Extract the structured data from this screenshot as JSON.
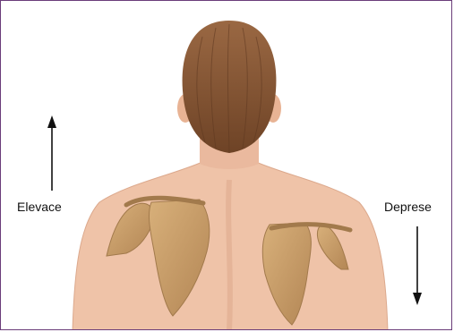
{
  "labels": {
    "left": "Elevace",
    "right": "Deprese"
  },
  "arrows": {
    "left_direction": "up",
    "right_direction": "down"
  },
  "colors": {
    "frame_border": "#6b3d7a",
    "skin": "#f0c7ad",
    "skin_shadow": "#e3ae94",
    "hair": "#8b5a36",
    "hair_dark": "#6e4326",
    "bone": "#c9a06a",
    "bone_dark": "#a27a4c",
    "text": "#111111"
  }
}
